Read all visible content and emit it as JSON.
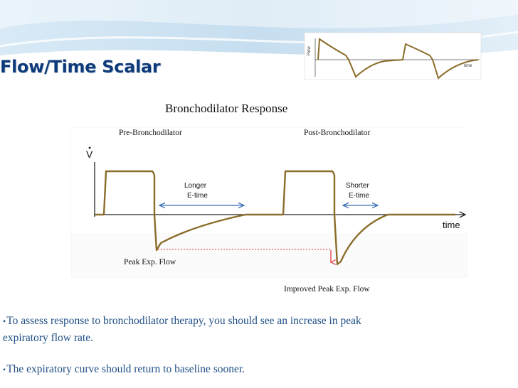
{
  "slide": {
    "title": "Flow/Time Scalar",
    "heading": "Bronchodilator Response"
  },
  "thumbnail": {
    "y_label": "Flow",
    "x_label": "time"
  },
  "diagram": {
    "y_axis_label": "V",
    "x_axis_label": "time",
    "pre_label": "Pre-Bronchodilator",
    "post_label": "Post-Bronchodilator",
    "longer_line1": "Longer",
    "longer_line2": "E-time",
    "shorter_line1": "Shorter",
    "shorter_line2": "E-time",
    "peak_label": "Peak Exp. Flow",
    "improved_label": "Improved Peak Exp. Flow"
  },
  "bullets": [
    {
      "line1": "To assess response to bronchodilator therapy, you should see an increase in peak",
      "line2": "expiratory flow rate."
    },
    {
      "line1": "The expiratory curve should return to baseline sooner."
    }
  ],
  "colors": {
    "title": "#0d3a78",
    "waveform": "#8b6d2a",
    "arrow": "#3a6fb3",
    "red_line": "#e03030",
    "bullet_text": "#1f4f86"
  }
}
